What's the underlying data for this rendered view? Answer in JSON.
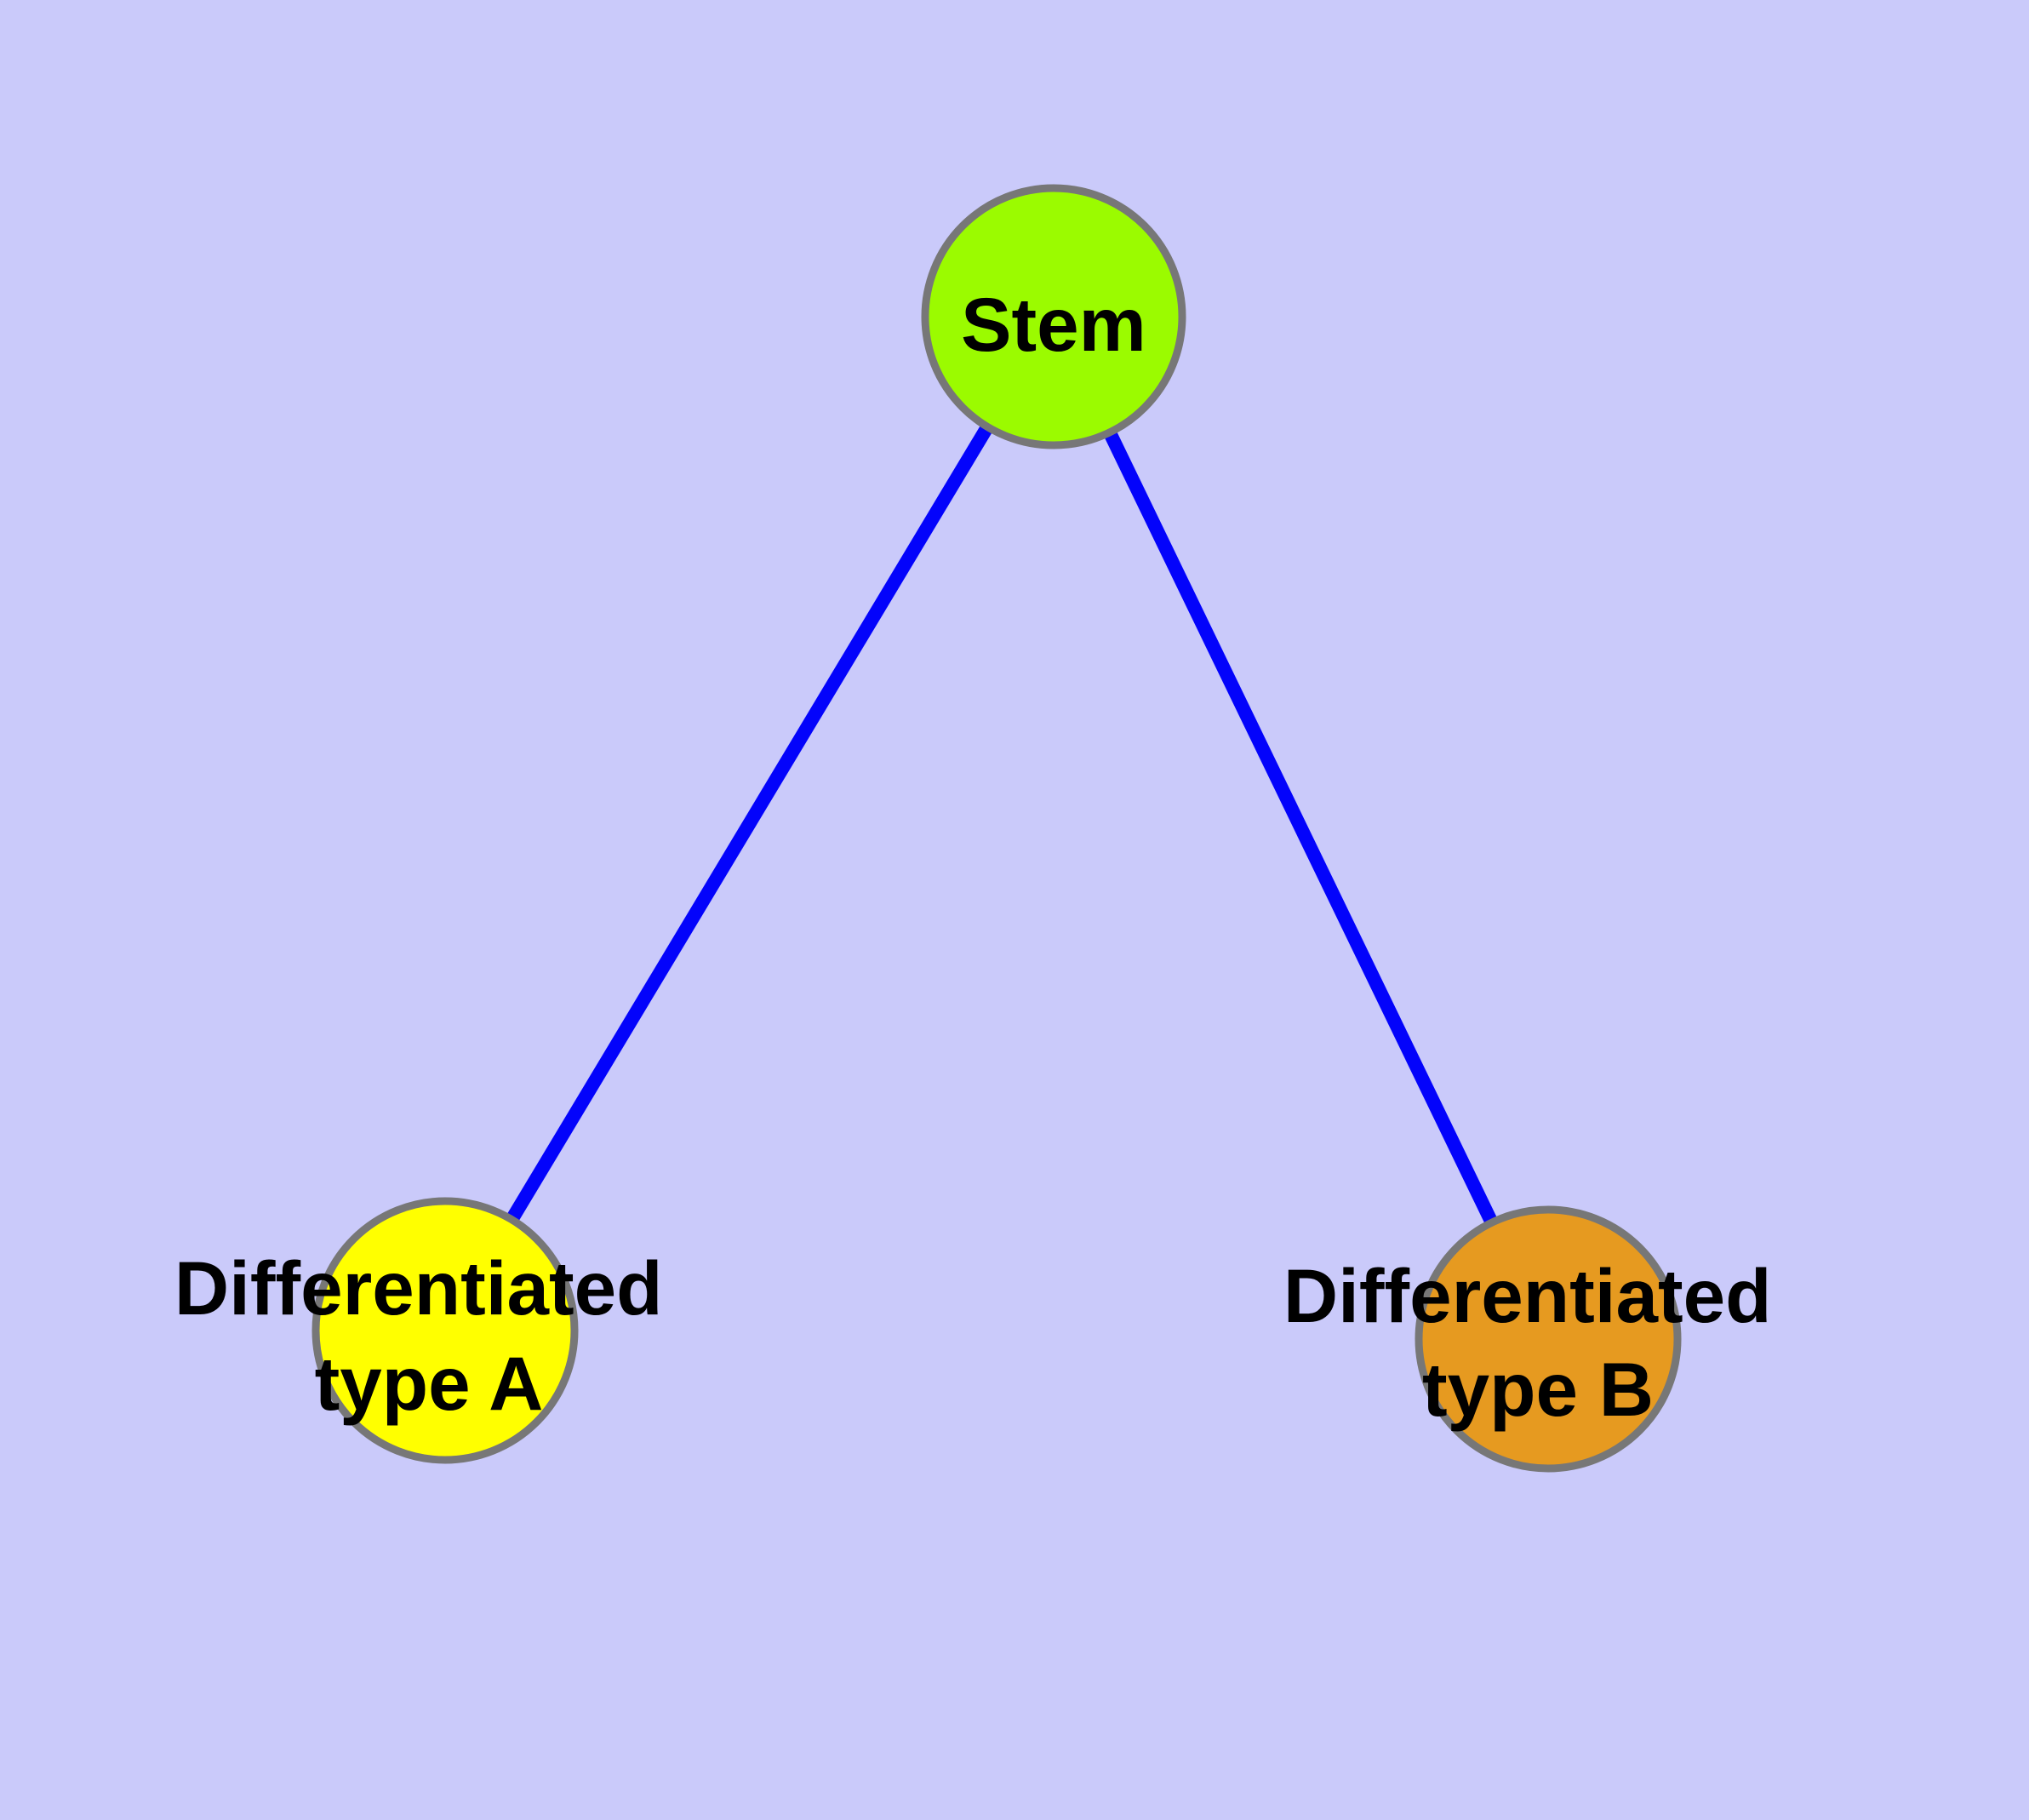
{
  "diagram": {
    "type": "node-link-graph",
    "colors": {
      "background": "#CACAFA",
      "edge": "#0303FB",
      "node_border": "#777777",
      "label_text": "#000000"
    },
    "nodes": [
      {
        "id": "stem",
        "label": "Stem",
        "color": "#9BFB00"
      },
      {
        "id": "differentiated-type-a",
        "label_line1": "Differentiated",
        "label_line2": "type A",
        "color": "#FFFF00"
      },
      {
        "id": "differentiated-type-b",
        "label_line1": "Differentiated",
        "label_line2": "type B",
        "color": "#E69A20"
      }
    ],
    "edges": [
      {
        "from": "stem",
        "to": "differentiated-type-a"
      },
      {
        "from": "stem",
        "to": "differentiated-type-b"
      }
    ]
  }
}
